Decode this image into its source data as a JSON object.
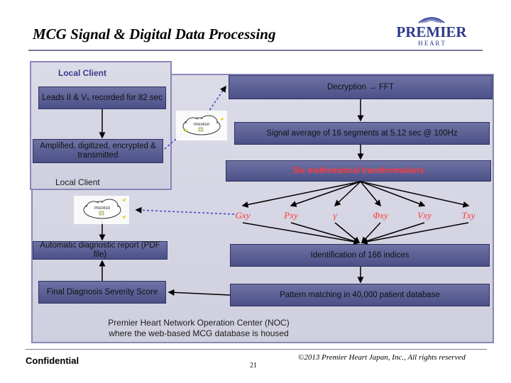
{
  "header": {
    "title": "MCG Signal & Digital Data Processing",
    "logo_main": "PREMIER",
    "logo_sub": "H E A R T"
  },
  "labels": {
    "local_client_top": "Local Client",
    "local_client_bottom": "Local Client",
    "noc_line1": "Premier Heart Network Operation Center (NOC)",
    "noc_line2": "where the web-based MCG database is housed"
  },
  "boxes": {
    "leads": "Leads II & V₅ recorded for 82 sec",
    "amplified": "Amplified, digitized, encrypted & transmitted",
    "report": "Automatic diagnostic report (PDF file)",
    "severity": "Final Diagnosis Severity Score",
    "decryption": "Decryption → FFT",
    "signal_avg": "Signal average of 16 segments at 5.12 sec @ 100Hz",
    "six_math": "Six mathematical transformations",
    "indices": "Identification of 166 indices",
    "pattern": "Pattern matching in 40,000 patient database"
  },
  "transforms": [
    "Gxy",
    "Pxy",
    "γ",
    "Φxy",
    "Vxy",
    "Txy"
  ],
  "cloud_label": "PREMIER",
  "footer": {
    "confidential": "Confidential",
    "page": "21",
    "copyright": "©2013 Premier Heart Japan, Inc., All rights reserved"
  },
  "colors": {
    "box_fill": "#5a5f96",
    "frame": "#8a86b8",
    "panel": "#d6d6e4",
    "accent_red": "#ff3b3b",
    "title_blue": "#3a3a8a"
  }
}
